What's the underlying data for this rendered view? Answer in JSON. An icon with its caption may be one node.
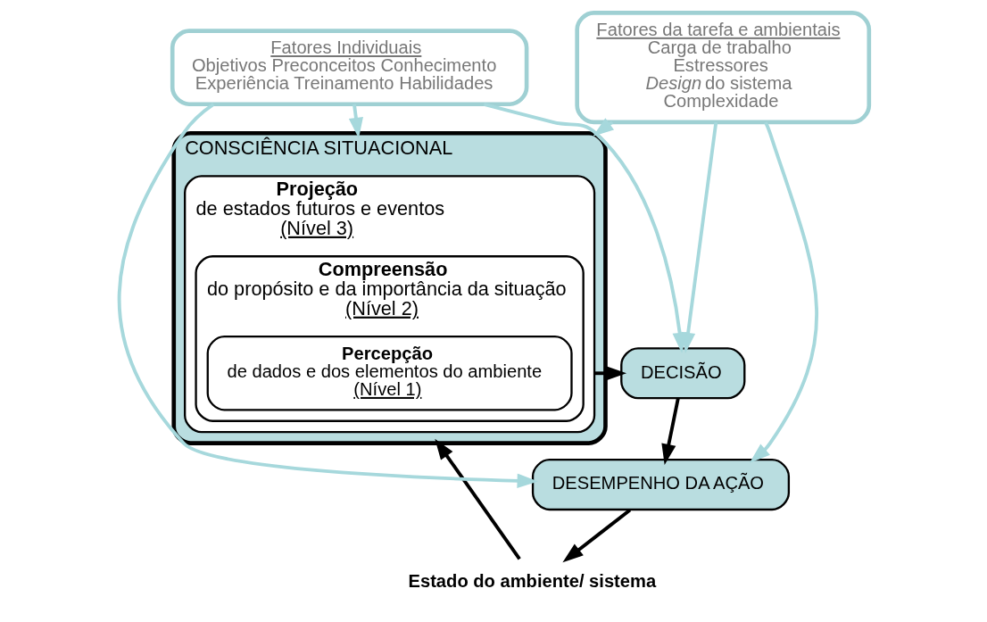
{
  "diagram": {
    "nodes": [
      {
        "text": [
          "Fatores da tarefa e ambientais",
          "Carga de trabalho",
          "Estressores",
          "*Design* do sistema",
          "Complexidade"
        ]
      },
      {
        "text": [
          "Estado do ambiente/ sistema"
        ]
      },
      {
        "text": [
          "CONSCIÊNCIA SITUACIONAL"
        ]
      },
      {
        "text": [
          "Projeção",
          "de estados futuros e eventos",
          "(Nível 3)"
        ],
        "in": 2
      },
      {
        "text": [
          "Compreensão",
          "do propósito e da importância da situação",
          "(Nível 2)"
        ],
        "in": 3
      },
      {
        "text": [
          "Percepção",
          "de dados e dos elementos do ambiente",
          "(Nível 1)"
        ],
        "in": 4
      },
      {
        "text": [
          "DECISÃO"
        ]
      },
      {
        "text": [
          "DESEMPENHO DA AÇÃO"
        ]
      },
      {
        "text": [
          "Fatores Individuais",
          "Objetivos Preconceitos Conhecimento",
          "Experiência Treinamento Habilidades"
        ]
      }
    ],
    "edges": [
      {
        "from": 7,
        "to": 1,
        "arrow": "to",
        "color": "#000000"
      },
      {
        "from": 1,
        "to": 2,
        "arrow": "to",
        "color": "#000000"
      },
      {
        "from": 3,
        "to": 6,
        "arrow": "to",
        "color": "#000000"
      },
      {
        "from": 6,
        "to": 7,
        "arrow": "to",
        "color": "#000000"
      },
      {
        "from": 0,
        "to": 2,
        "arrow": "to"
      },
      {
        "from": 0,
        "to": 6,
        "arrow": "to"
      },
      {
        "from": 0,
        "to": 7,
        "arrow": "to"
      },
      {
        "from": 8,
        "to": 2,
        "arrow": "to"
      },
      {
        "from": 8,
        "to": 6,
        "arrow": "to"
      },
      {
        "from": 8,
        "to": 7,
        "arrow": "to"
      }
    ]
  }
}
